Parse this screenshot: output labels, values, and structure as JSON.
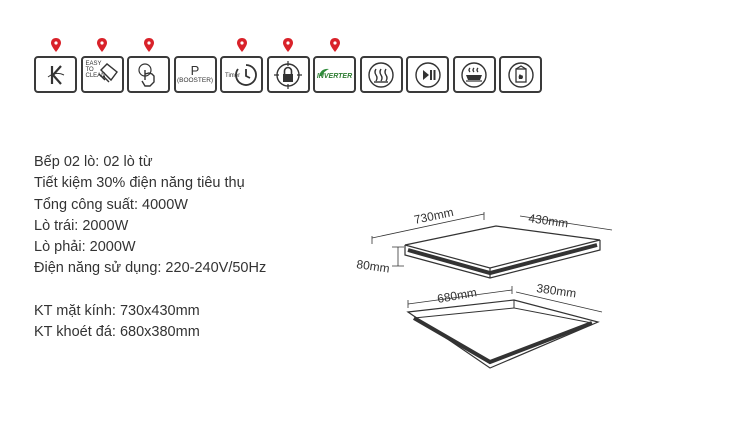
{
  "icons": [
    {
      "name": "k-logo-icon",
      "pinned": true
    },
    {
      "name": "easy-to-clean-icon",
      "text": [
        "EASY",
        "TO",
        "CLEAN"
      ],
      "pinned": true
    },
    {
      "name": "touch-control-icon",
      "pinned": true
    },
    {
      "name": "booster-icon",
      "text": [
        "P",
        "(BOOSTER)"
      ],
      "pinned": false
    },
    {
      "name": "timer-icon",
      "text": [
        "Timer"
      ],
      "pinned": true
    },
    {
      "name": "child-lock-icon",
      "pinned": true
    },
    {
      "name": "inverter-icon",
      "text": [
        "INVERTER"
      ],
      "pinned": true
    },
    {
      "name": "heat-level-icon",
      "pinned": false
    },
    {
      "name": "play-pause-icon",
      "pinned": false
    },
    {
      "name": "pan-detection-icon",
      "pinned": false
    },
    {
      "name": "residual-heat-icon",
      "pinned": false
    }
  ],
  "specs": {
    "line1": "Bếp 02 lò: 02 lò từ",
    "line2": "Tiết kiệm 30% điện năng tiêu thụ",
    "line3": "Tổng công suất: 4000W",
    "line4": "Lò trái: 2000W",
    "line5": "Lò phải: 2000W",
    "line6": "Điện năng sử dụng: 220-240V/50Hz",
    "line7": "KT mặt kính: 730x430mm",
    "line8": "KT khoét đá: 680x380mm"
  },
  "diagram": {
    "glass_width": "730mm",
    "glass_depth": "430mm",
    "height": "80mm",
    "cutout_width": "680mm",
    "cutout_depth": "380mm"
  },
  "colors": {
    "pin": "#d9222a",
    "border": "#3a3a3a",
    "text": "#333333"
  }
}
